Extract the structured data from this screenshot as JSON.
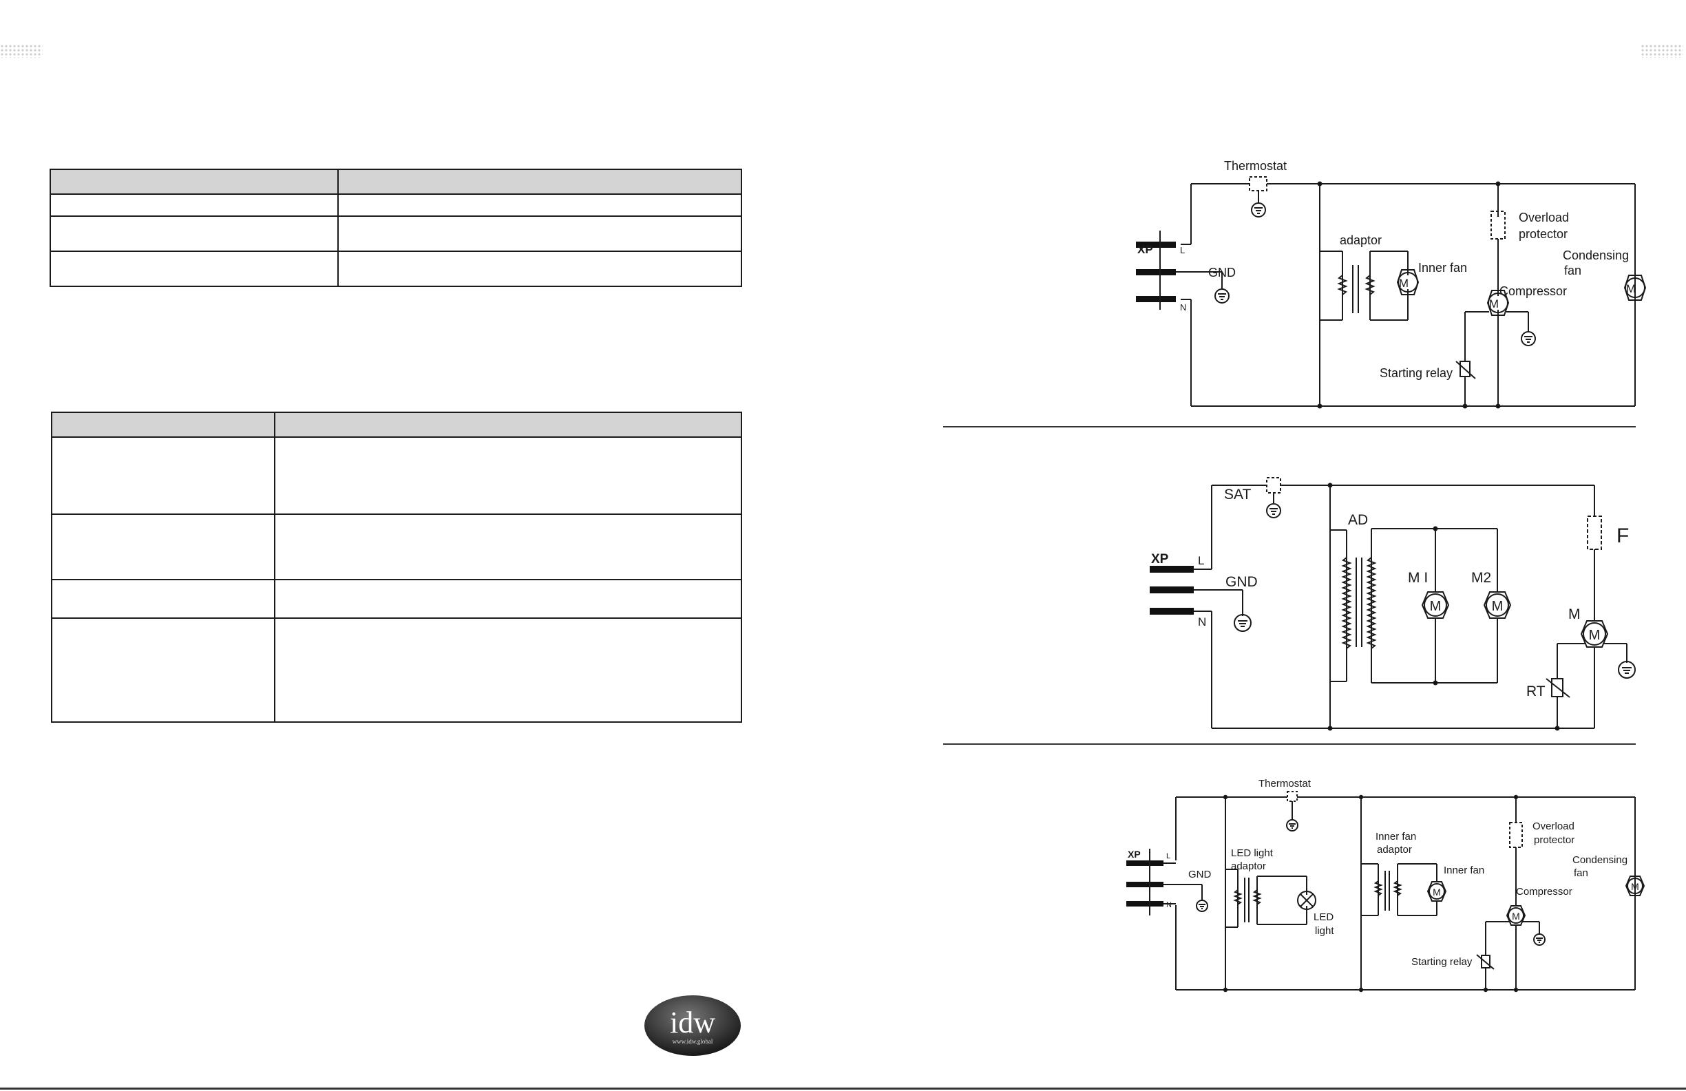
{
  "diagram1": {
    "thermostat": "Thermostat",
    "xp": "XP",
    "l": "L",
    "n": "N",
    "gnd": "GND",
    "adaptor": "adaptor",
    "inner_fan": "Inner fan",
    "overload_1": "Overload",
    "overload_2": "protector",
    "condensing_1": "Condensing",
    "condensing_2": "fan",
    "compressor": "Compressor",
    "starting_relay": "Starting relay",
    "motor": "M"
  },
  "diagram2": {
    "sat": "SAT",
    "xp": "XP",
    "l": "L",
    "n": "N",
    "gnd": "GND",
    "ad": "AD",
    "m1": "M I",
    "m2": "M2",
    "f": "F",
    "m": "M",
    "rt": "RT",
    "motor": "M"
  },
  "diagram3": {
    "thermostat": "Thermostat",
    "xp": "XP",
    "l": "L",
    "n": "N",
    "gnd": "GND",
    "led_adaptor_1": "LED light",
    "led_adaptor_2": "adaptor",
    "led_light_1": "LED",
    "led_light_2": "light",
    "inner_adaptor_1": "Inner fan",
    "inner_adaptor_2": "adaptor",
    "inner_fan": "Inner fan",
    "overload_1": "Overload",
    "overload_2": "protector",
    "condensing_1": "Condensing",
    "condensing_2": "fan",
    "compressor": "Compressor",
    "starting_relay": "Starting relay",
    "motor": "M"
  },
  "logo": {
    "name": "idw",
    "url": "www.idw.global"
  },
  "colors": {
    "table_header": "#d4d4d4",
    "line": "#1a1a1a",
    "logo_dark": "#2b2b2b"
  }
}
